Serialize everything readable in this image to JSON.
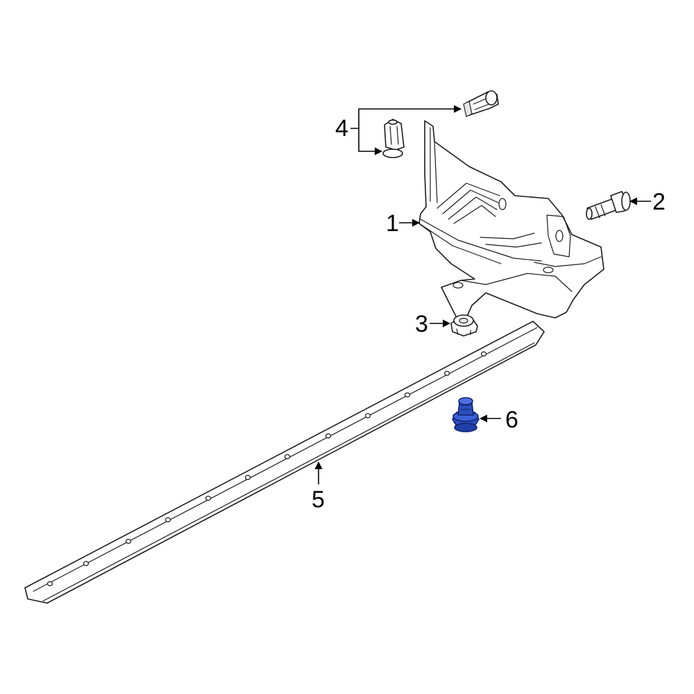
{
  "callouts": {
    "c1": "1",
    "c2": "2",
    "c3": "3",
    "c4": "4",
    "c5": "5",
    "c6": "6"
  },
  "colors": {
    "line": "#1a1a1a",
    "highlight_fill": "#2b4fbf",
    "highlight_stroke": "#0f236e",
    "background": "#ffffff"
  },
  "highlighted_part": "6"
}
